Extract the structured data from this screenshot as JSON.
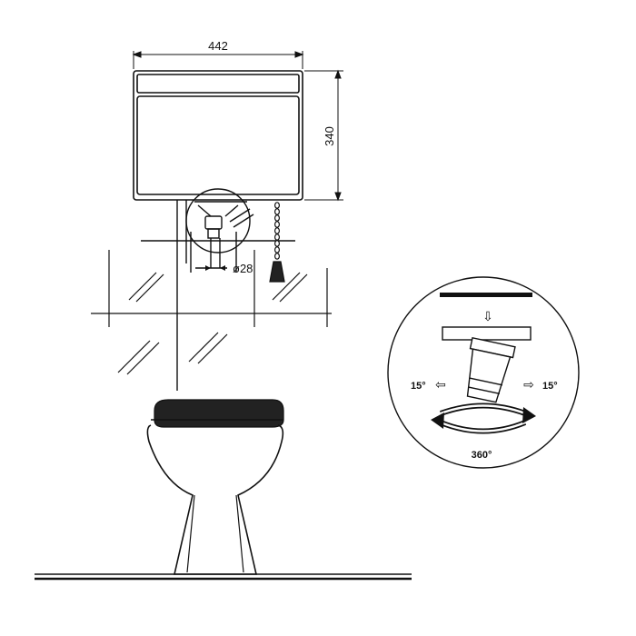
{
  "dimensions": {
    "tank_width": "442",
    "tank_height": "340",
    "outlet_diameter": "ø28"
  },
  "detail": {
    "angle_left": "15°",
    "angle_right": "15°",
    "rotation": "360°",
    "arrow_down": "⇩",
    "arrow_left": "⇦",
    "arrow_right": "⇨"
  },
  "colors": {
    "line": "#111111",
    "seat": "#222222"
  }
}
